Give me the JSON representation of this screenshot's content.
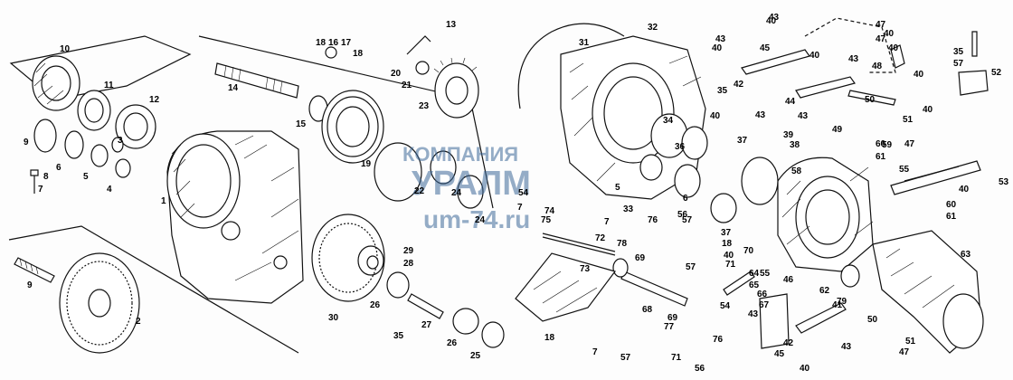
{
  "watermark": {
    "line1": "КОМПАНИЯ",
    "line2": "УРАЛМ",
    "line3": "um-74.ru",
    "color": "#3f6a9a"
  },
  "labels": [
    "1",
    "2",
    "3",
    "4",
    "5",
    "6",
    "7",
    "8",
    "9",
    "10",
    "11",
    "12",
    "13",
    "14",
    "15",
    "16",
    "17",
    "18",
    "19",
    "20",
    "21",
    "22",
    "23",
    "24",
    "25",
    "26",
    "27",
    "28",
    "29",
    "30",
    "31",
    "32",
    "33",
    "34",
    "35",
    "36",
    "37",
    "38",
    "39",
    "40",
    "41",
    "42",
    "43",
    "44",
    "45",
    "46",
    "47",
    "48",
    "49",
    "50",
    "51",
    "52",
    "53",
    "54",
    "55",
    "56",
    "57",
    "58",
    "59",
    "60",
    "61",
    "62",
    "63",
    "64",
    "65",
    "66",
    "67",
    "68",
    "69",
    "70",
    "71",
    "72",
    "73",
    "74",
    "75",
    "76",
    "77",
    "78",
    "79"
  ]
}
